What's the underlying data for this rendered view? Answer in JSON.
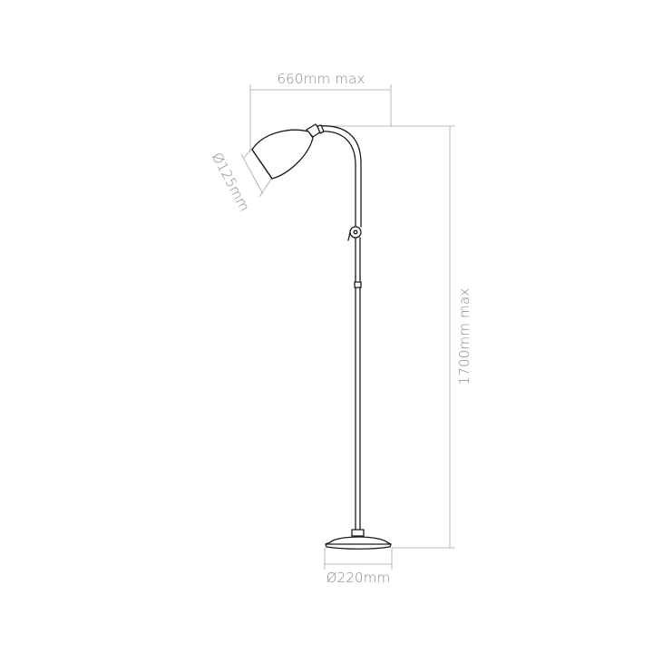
{
  "dimensions": {
    "width_label": "660mm max",
    "height_label": "1700mm max",
    "shade_diameter_label": "Ø125mm",
    "base_diameter_label": "Ø220mm"
  },
  "colors": {
    "dimension_lines": "#a8a8a8",
    "dimension_text": "#8a8a8a",
    "lamp_outline": "#1a1a1a",
    "background": "#ffffff"
  }
}
